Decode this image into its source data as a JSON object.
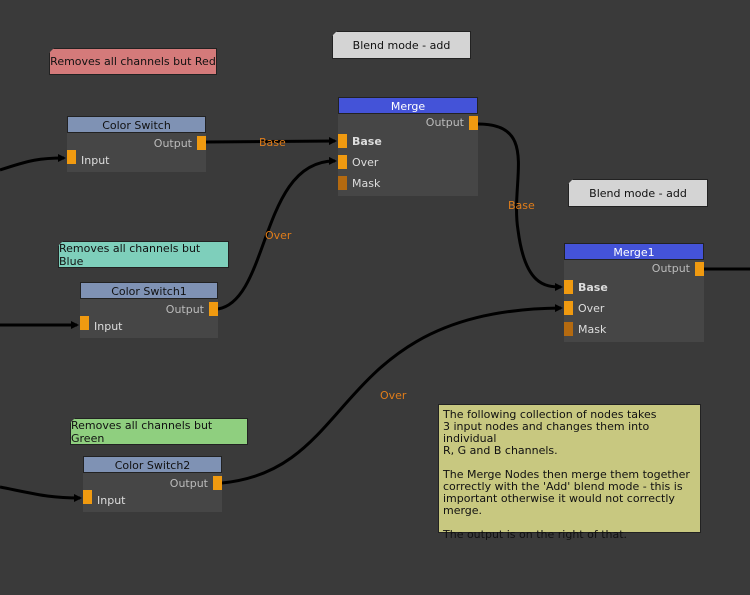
{
  "notes": {
    "red": "Removes all channels but Red",
    "blue": "Removes all channels but Blue",
    "green": "Removes all channels but Green",
    "blend1": "Blend mode - add",
    "blend2": "Blend mode - add",
    "info": "The following collection of nodes takes\n3 input nodes and changes them into individual\nR, G and B channels.\n\nThe Merge Nodes then merge them together\ncorrectly with the 'Add' blend mode - this is\nimportant otherwise it would not correctly\nmerge.\n\nThe output is on the right of that."
  },
  "colors": {
    "red_note": "#d47a7a",
    "blue_note": "#7ecfbb",
    "green_note": "#8fcf7f",
    "grey_note": "#d4d4d4",
    "info_note": "#c8c880",
    "port": "#f09a10",
    "merge_title": "#4453d8",
    "switch_title": "#7f92b4"
  },
  "nodes": {
    "cs0": {
      "title": "Color Switch",
      "output": "Output",
      "input": "Input"
    },
    "cs1": {
      "title": "Color Switch1",
      "output": "Output",
      "input": "Input"
    },
    "cs2": {
      "title": "Color Switch2",
      "output": "Output",
      "input": "Input"
    },
    "merge": {
      "title": "Merge",
      "output": "Output",
      "inputs": [
        "Base",
        "Over",
        "Mask"
      ]
    },
    "merge1": {
      "title": "Merge1",
      "output": "Output",
      "inputs": [
        "Base",
        "Over",
        "Mask"
      ]
    }
  },
  "wire_labels": {
    "base1": "Base",
    "over1": "Over",
    "base2": "Base",
    "over2": "Over"
  }
}
